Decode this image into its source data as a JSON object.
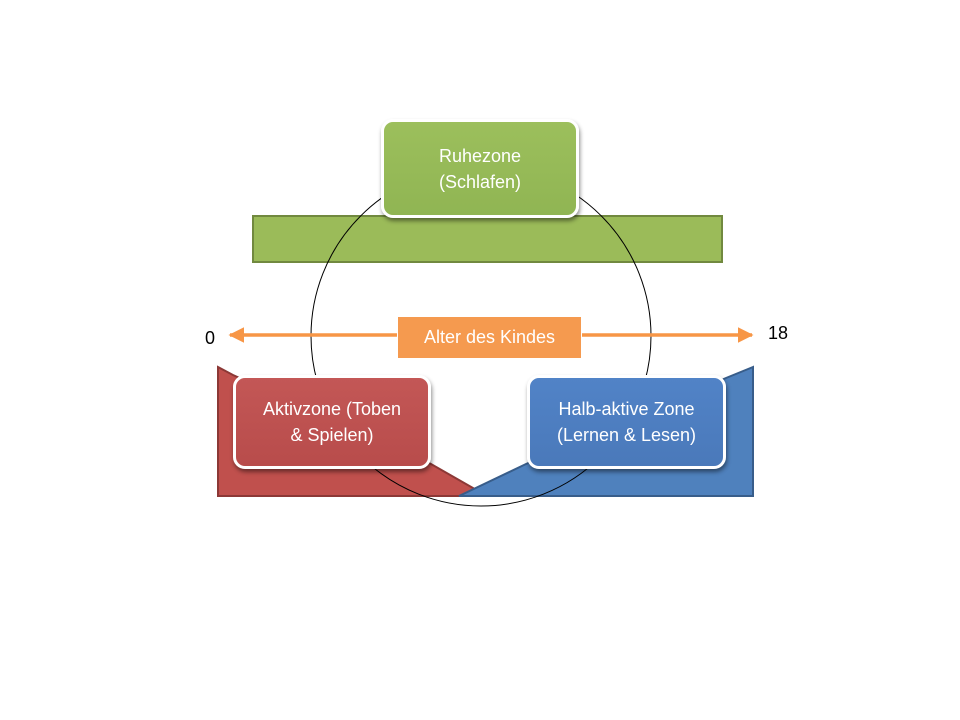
{
  "zones": {
    "rest": {
      "label": "Ruhezone\n(Schlafen)",
      "color": "#9bbb59"
    },
    "active": {
      "label": "Aktivzone (Toben\n& Spielen)",
      "color": "#c0504d"
    },
    "semi_active": {
      "label": "Halb-aktive Zone\n(Lernen & Lesen)",
      "color": "#4f81bd"
    }
  },
  "axis": {
    "label": "Alter des Kindes",
    "min_label": "0",
    "max_label": "18",
    "color": "#f79646"
  }
}
